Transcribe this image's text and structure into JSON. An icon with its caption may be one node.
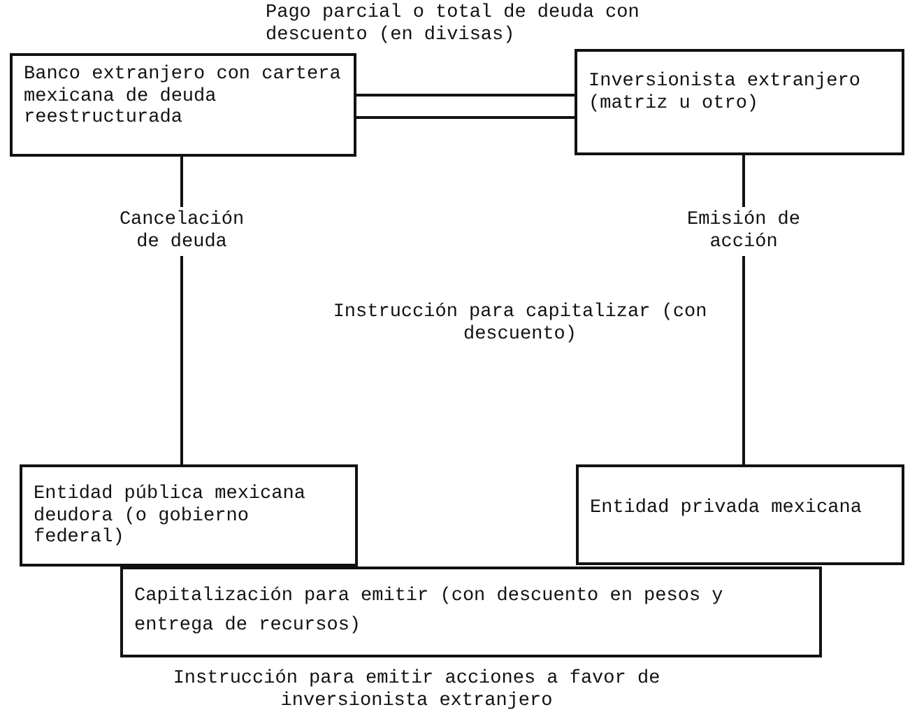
{
  "diagram": {
    "nodes": [
      {
        "text": [
          "Banco extranjero con cartera mexicana de deuda reestructurada"
        ]
      },
      {
        "text": [
          "Inversionista extranjero (matriz u otro)"
        ]
      },
      {
        "text": [
          "Entidad pública mexicana deudora (o gobierno federal)"
        ]
      },
      {
        "text": [
          "Entidad privada mexicana"
        ]
      },
      {
        "text": [
          "Capitalización para emitir (con descuento en pesos y entrega de recursos)"
        ]
      }
    ],
    "edges": [
      {
        "from": 0,
        "to": 1,
        "arrow": "none"
      },
      {
        "from": 0,
        "to": 1,
        "arrow": "none"
      },
      {
        "from": 0,
        "to": 2,
        "arrow": "none",
        "label": "Cancelación de deuda"
      },
      {
        "from": 1,
        "to": 3,
        "arrow": "none",
        "label": "Emisión de acción"
      }
    ],
    "labels": [
      "Pago parcial o total de deuda con descuento (en divisas)",
      "Instrucción para capitalizar (con descuento)",
      "Instrucción para emitir acciones a favor de inversionista extranjero"
    ]
  }
}
